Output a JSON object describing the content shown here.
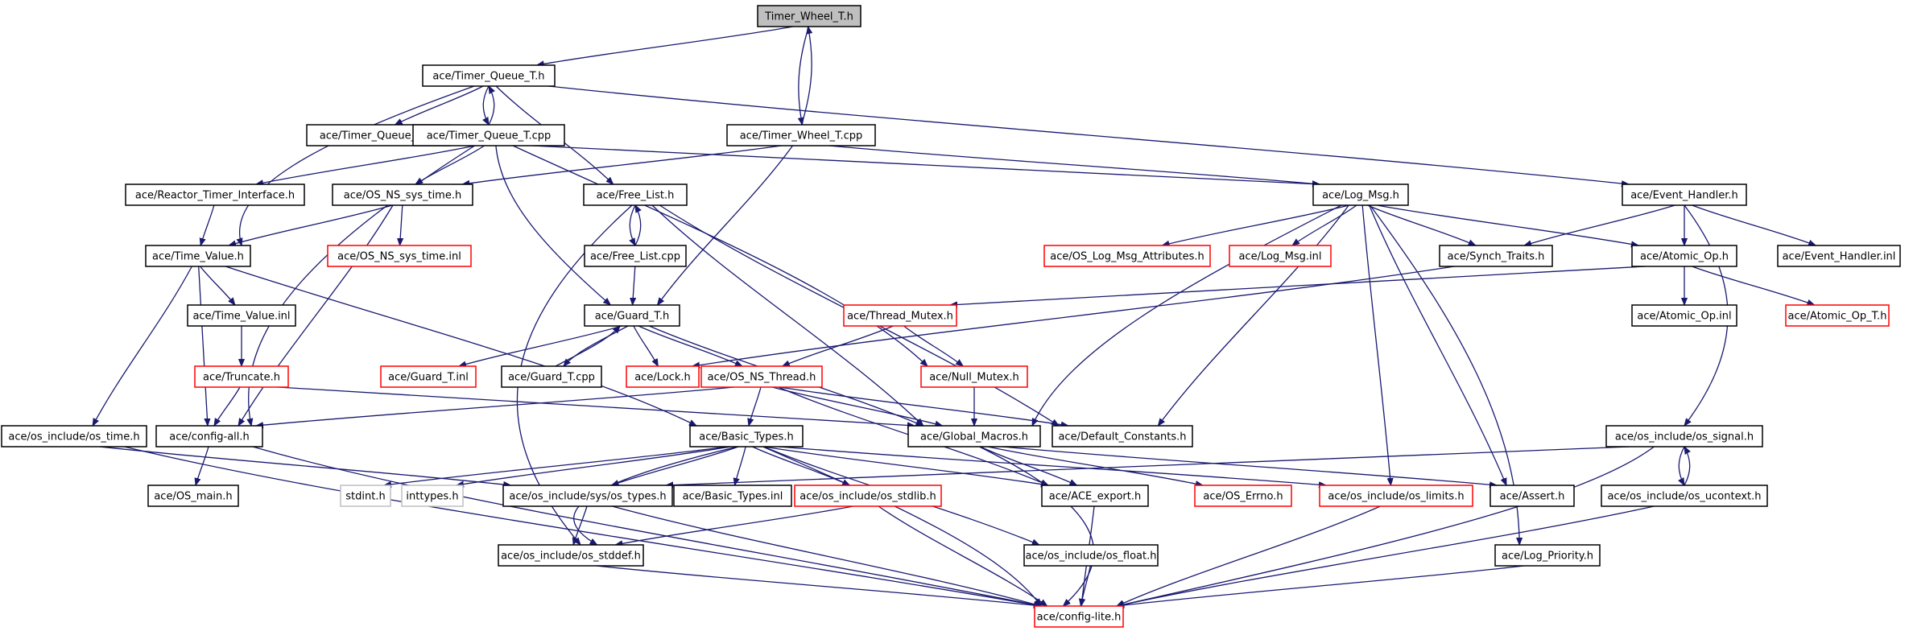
{
  "colors": {
    "edge": "#191970",
    "border_ok": "#000000",
    "border_red": "#ff0000",
    "border_gray": "#bfbfbf",
    "root_fill": "#bfbfbf"
  },
  "nodes": [
    {
      "id": "timer_wheel_t_h",
      "label": "Timer_Wheel_T.h",
      "style": "root"
    },
    {
      "id": "timer_queue_t_h",
      "label": "ace/Timer_Queue_T.h",
      "style": "ok"
    },
    {
      "id": "timer_queue_t_inl",
      "label": "ace/Timer_Queue_T.inl",
      "style": "ok"
    },
    {
      "id": "timer_queue_t_cpp",
      "label": "ace/Timer_Queue_T.cpp",
      "style": "ok"
    },
    {
      "id": "timer_wheel_t_cpp",
      "label": "ace/Timer_Wheel_T.cpp",
      "style": "ok"
    },
    {
      "id": "reactor_timer_interface_h",
      "label": "ace/Reactor_Timer_Interface.h",
      "style": "ok"
    },
    {
      "id": "os_ns_sys_time_h",
      "label": "ace/OS_NS_sys_time.h",
      "style": "ok"
    },
    {
      "id": "free_list_h",
      "label": "ace/Free_List.h",
      "style": "ok"
    },
    {
      "id": "log_msg_h",
      "label": "ace/Log_Msg.h",
      "style": "ok"
    },
    {
      "id": "event_handler_h",
      "label": "ace/Event_Handler.h",
      "style": "ok"
    },
    {
      "id": "time_value_h",
      "label": "ace/Time_Value.h",
      "style": "ok"
    },
    {
      "id": "os_ns_sys_time_inl",
      "label": "ace/OS_NS_sys_time.inl",
      "style": "red"
    },
    {
      "id": "free_list_cpp",
      "label": "ace/Free_List.cpp",
      "style": "ok"
    },
    {
      "id": "os_log_msg_attributes_h",
      "label": "ace/OS_Log_Msg_Attributes.h",
      "style": "red"
    },
    {
      "id": "log_msg_inl",
      "label": "ace/Log_Msg.inl",
      "style": "red"
    },
    {
      "id": "synch_traits_h",
      "label": "ace/Synch_Traits.h",
      "style": "ok"
    },
    {
      "id": "atomic_op_h",
      "label": "ace/Atomic_Op.h",
      "style": "ok"
    },
    {
      "id": "event_handler_inl",
      "label": "ace/Event_Handler.inl",
      "style": "ok"
    },
    {
      "id": "time_value_inl",
      "label": "ace/Time_Value.inl",
      "style": "ok"
    },
    {
      "id": "guard_t_h",
      "label": "ace/Guard_T.h",
      "style": "ok"
    },
    {
      "id": "thread_mutex_h",
      "label": "ace/Thread_Mutex.h",
      "style": "red"
    },
    {
      "id": "atomic_op_inl",
      "label": "ace/Atomic_Op.inl",
      "style": "ok"
    },
    {
      "id": "atomic_op_t_h",
      "label": "ace/Atomic_Op_T.h",
      "style": "red"
    },
    {
      "id": "truncate_h",
      "label": "ace/Truncate.h",
      "style": "red"
    },
    {
      "id": "guard_t_inl",
      "label": "ace/Guard_T.inl",
      "style": "red"
    },
    {
      "id": "guard_t_cpp",
      "label": "ace/Guard_T.cpp",
      "style": "ok"
    },
    {
      "id": "lock_h",
      "label": "ace/Lock.h",
      "style": "red"
    },
    {
      "id": "os_ns_thread_h",
      "label": "ace/OS_NS_Thread.h",
      "style": "red"
    },
    {
      "id": "null_mutex_h",
      "label": "ace/Null_Mutex.h",
      "style": "red"
    },
    {
      "id": "os_include_os_time_h",
      "label": "ace/os_include/os_time.h",
      "style": "ok"
    },
    {
      "id": "config_all_h",
      "label": "ace/config-all.h",
      "style": "ok"
    },
    {
      "id": "basic_types_h",
      "label": "ace/Basic_Types.h",
      "style": "ok"
    },
    {
      "id": "global_macros_h",
      "label": "ace/Global_Macros.h",
      "style": "ok"
    },
    {
      "id": "default_constants_h",
      "label": "ace/Default_Constants.h",
      "style": "ok"
    },
    {
      "id": "os_include_os_signal_h",
      "label": "ace/os_include/os_signal.h",
      "style": "ok"
    },
    {
      "id": "os_main_h",
      "label": "ace/OS_main.h",
      "style": "ok"
    },
    {
      "id": "stdint_h",
      "label": "stdint.h",
      "style": "gray"
    },
    {
      "id": "inttypes_h",
      "label": "inttypes.h",
      "style": "gray"
    },
    {
      "id": "os_include_sys_os_types_h",
      "label": "ace/os_include/sys/os_types.h",
      "style": "ok"
    },
    {
      "id": "basic_types_inl",
      "label": "ace/Basic_Types.inl",
      "style": "ok"
    },
    {
      "id": "os_include_os_stdlib_h",
      "label": "ace/os_include/os_stdlib.h",
      "style": "red"
    },
    {
      "id": "ace_export_h",
      "label": "ace/ACE_export.h",
      "style": "ok"
    },
    {
      "id": "os_errno_h",
      "label": "ace/OS_Errno.h",
      "style": "red"
    },
    {
      "id": "os_include_os_limits_h",
      "label": "ace/os_include/os_limits.h",
      "style": "red"
    },
    {
      "id": "assert_h",
      "label": "ace/Assert.h",
      "style": "ok"
    },
    {
      "id": "os_include_os_ucontext_h",
      "label": "ace/os_include/os_ucontext.h",
      "style": "ok"
    },
    {
      "id": "os_include_os_stddef_h",
      "label": "ace/os_include/os_stddef.h",
      "style": "ok"
    },
    {
      "id": "os_include_os_float_h",
      "label": "ace/os_include/os_float.h",
      "style": "ok"
    },
    {
      "id": "log_priority_h",
      "label": "ace/Log_Priority.h",
      "style": "ok"
    },
    {
      "id": "config_lite_h",
      "label": "ace/config-lite.h",
      "style": "red"
    }
  ],
  "edges": [
    [
      "timer_wheel_t_h",
      "timer_queue_t_h"
    ],
    [
      "timer_wheel_t_h",
      "timer_wheel_t_cpp"
    ],
    [
      "timer_wheel_t_cpp",
      "timer_wheel_t_h"
    ],
    [
      "timer_queue_t_h",
      "timer_queue_t_inl"
    ],
    [
      "timer_queue_t_h",
      "timer_queue_t_cpp"
    ],
    [
      "timer_queue_t_cpp",
      "timer_queue_t_h"
    ],
    [
      "timer_queue_t_h",
      "free_list_h"
    ],
    [
      "timer_queue_t_h",
      "time_value_h"
    ],
    [
      "timer_queue_t_h",
      "event_handler_h"
    ],
    [
      "timer_queue_t_cpp",
      "reactor_timer_interface_h"
    ],
    [
      "timer_queue_t_cpp",
      "os_ns_sys_time_h"
    ],
    [
      "timer_queue_t_cpp",
      "log_msg_h"
    ],
    [
      "timer_queue_t_cpp",
      "guard_t_h"
    ],
    [
      "timer_queue_t_cpp",
      "null_mutex_h"
    ],
    [
      "timer_queue_t_cpp",
      "config_all_h"
    ],
    [
      "timer_wheel_t_cpp",
      "os_ns_sys_time_h"
    ],
    [
      "timer_wheel_t_cpp",
      "log_msg_h"
    ],
    [
      "timer_wheel_t_cpp",
      "guard_t_h"
    ],
    [
      "reactor_timer_interface_h",
      "time_value_h"
    ],
    [
      "os_ns_sys_time_h",
      "time_value_h"
    ],
    [
      "os_ns_sys_time_h",
      "os_ns_sys_time_inl"
    ],
    [
      "os_ns_sys_time_h",
      "config_all_h"
    ],
    [
      "free_list_h",
      "free_list_cpp"
    ],
    [
      "free_list_cpp",
      "free_list_h"
    ],
    [
      "free_list_h",
      "global_macros_h"
    ],
    [
      "free_list_h",
      "default_constants_h"
    ],
    [
      "free_list_h",
      "os_include_os_stddef_h"
    ],
    [
      "free_list_cpp",
      "guard_t_h"
    ],
    [
      "log_msg_h",
      "os_log_msg_attributes_h"
    ],
    [
      "log_msg_h",
      "log_msg_inl"
    ],
    [
      "log_msg_h",
      "synch_traits_h"
    ],
    [
      "log_msg_h",
      "atomic_op_h"
    ],
    [
      "log_msg_h",
      "global_macros_h"
    ],
    [
      "log_msg_h",
      "default_constants_h"
    ],
    [
      "log_msg_h",
      "os_include_os_limits_h"
    ],
    [
      "log_msg_h",
      "assert_h"
    ],
    [
      "log_msg_h",
      "log_priority_h"
    ],
    [
      "event_handler_h",
      "synch_traits_h"
    ],
    [
      "event_handler_h",
      "atomic_op_h"
    ],
    [
      "event_handler_h",
      "event_handler_inl"
    ],
    [
      "event_handler_h",
      "os_include_os_signal_h"
    ],
    [
      "time_value_h",
      "time_value_inl"
    ],
    [
      "time_value_h",
      "config_all_h"
    ],
    [
      "time_value_h",
      "os_include_os_time_h"
    ],
    [
      "time_value_h",
      "basic_types_h"
    ],
    [
      "time_value_inl",
      "truncate_h"
    ],
    [
      "truncate_h",
      "config_all_h"
    ],
    [
      "truncate_h",
      "global_macros_h"
    ],
    [
      "synch_traits_h",
      "lock_h"
    ],
    [
      "atomic_op_h",
      "thread_mutex_h"
    ],
    [
      "atomic_op_h",
      "atomic_op_inl"
    ],
    [
      "atomic_op_h",
      "atomic_op_t_h"
    ],
    [
      "guard_t_h",
      "guard_t_inl"
    ],
    [
      "guard_t_h",
      "guard_t_cpp"
    ],
    [
      "guard_t_cpp",
      "guard_t_h"
    ],
    [
      "guard_t_h",
      "lock_h"
    ],
    [
      "guard_t_h",
      "os_ns_thread_h"
    ],
    [
      "guard_t_h",
      "global_macros_h"
    ],
    [
      "thread_mutex_h",
      "os_ns_thread_h"
    ],
    [
      "thread_mutex_h",
      "null_mutex_h"
    ],
    [
      "null_mutex_h",
      "global_macros_h"
    ],
    [
      "os_ns_thread_h",
      "config_all_h"
    ],
    [
      "os_ns_thread_h",
      "basic_types_h"
    ],
    [
      "os_ns_thread_h",
      "global_macros_h"
    ],
    [
      "os_ns_thread_h",
      "default_constants_h"
    ],
    [
      "os_ns_thread_h",
      "ace_export_h"
    ],
    [
      "os_include_os_time_h",
      "os_include_sys_os_types_h"
    ],
    [
      "os_include_os_time_h",
      "config_lite_h"
    ],
    [
      "config_all_h",
      "os_main_h"
    ],
    [
      "config_all_h",
      "config_lite_h"
    ],
    [
      "basic_types_h",
      "stdint_h"
    ],
    [
      "basic_types_h",
      "inttypes_h"
    ],
    [
      "basic_types_h",
      "os_include_sys_os_types_h"
    ],
    [
      "basic_types_h",
      "basic_types_inl"
    ],
    [
      "basic_types_h",
      "os_include_os_stdlib_h"
    ],
    [
      "basic_types_h",
      "ace_export_h"
    ],
    [
      "basic_types_h",
      "os_include_os_limits_h"
    ],
    [
      "basic_types_h",
      "os_include_os_float_h"
    ],
    [
      "basic_types_h",
      "os_include_os_stddef_h"
    ],
    [
      "basic_types_h",
      "config_lite_h"
    ],
    [
      "global_macros_h",
      "ace_export_h"
    ],
    [
      "global_macros_h",
      "os_errno_h"
    ],
    [
      "global_macros_h",
      "assert_h"
    ],
    [
      "global_macros_h",
      "config_lite_h"
    ],
    [
      "os_include_os_signal_h",
      "os_include_sys_os_types_h"
    ],
    [
      "os_include_os_signal_h",
      "os_include_os_ucontext_h"
    ],
    [
      "os_include_os_ucontext_h",
      "os_include_os_signal_h"
    ],
    [
      "os_include_os_signal_h",
      "config_lite_h"
    ],
    [
      "os_include_sys_os_types_h",
      "os_include_os_stddef_h"
    ],
    [
      "os_include_sys_os_types_h",
      "config_lite_h"
    ],
    [
      "os_include_os_stdlib_h",
      "os_include_os_stddef_h"
    ],
    [
      "os_include_os_stdlib_h",
      "config_lite_h"
    ],
    [
      "os_include_os_stddef_h",
      "config_lite_h"
    ],
    [
      "os_include_os_float_h",
      "config_lite_h"
    ],
    [
      "ace_export_h",
      "config_lite_h"
    ],
    [
      "os_include_os_limits_h",
      "config_lite_h"
    ],
    [
      "log_priority_h",
      "config_lite_h"
    ],
    [
      "os_include_os_ucontext_h",
      "config_lite_h"
    ]
  ]
}
